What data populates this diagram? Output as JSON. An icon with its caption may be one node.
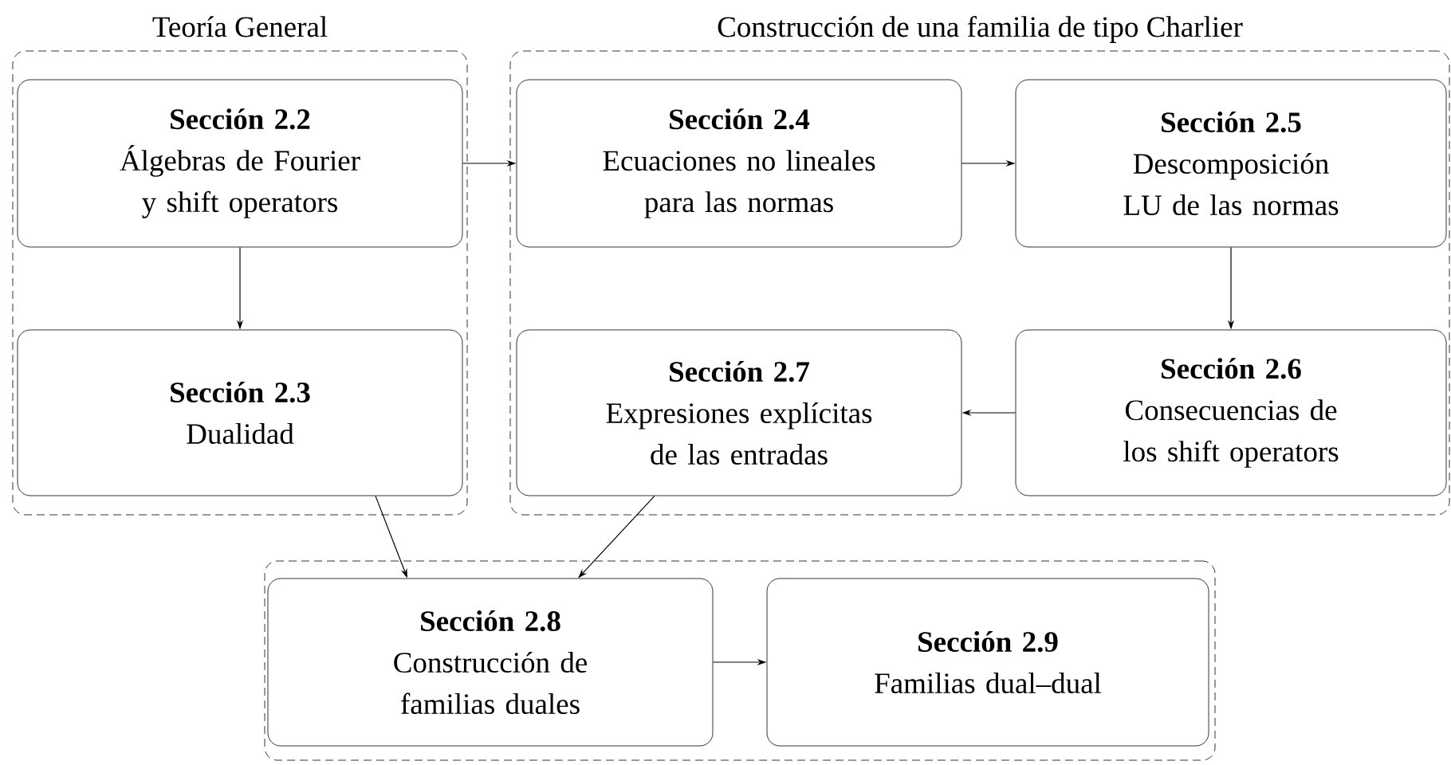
{
  "diagram": {
    "nodes": [
      {
        "text": [
          "Teoría General"
        ]
      },
      {
        "text": [
          "Sección 2.2",
          "Álgebras de Fourier y shift operators"
        ],
        "in": 0
      },
      {
        "text": [
          "Sección 2.3",
          "Dualidad"
        ],
        "in": 0
      },
      {
        "text": [
          "Construcción de una familia de tipo Charlier"
        ]
      },
      {
        "text": [
          "Sección 2.4",
          "Ecuaciones no lineales para las normas"
        ],
        "in": 3
      },
      {
        "text": [
          "Sección 2.5",
          "Descomposición LU de las normas"
        ],
        "in": 3
      },
      {
        "text": [
          "Sección 2.6",
          "Consecuencias de los shift operators"
        ],
        "in": 3
      },
      {
        "text": [
          "Sección 2.7",
          "Expresiones explícitas de las entradas"
        ],
        "in": 3
      },
      {
        "text": [],
        "shape": "box"
      },
      {
        "text": [
          "Sección 2.8",
          "Construcción de familias duales"
        ],
        "in": 8
      },
      {
        "text": [
          "Sección 2.9",
          "Familias dual–dual"
        ],
        "in": 8
      }
    ],
    "edges": [
      {
        "from": 1,
        "to": 2,
        "arrow": "to"
      },
      {
        "from": 1,
        "to": 4,
        "arrow": "to"
      },
      {
        "from": 4,
        "to": 5,
        "arrow": "to"
      },
      {
        "from": 5,
        "to": 6,
        "arrow": "to"
      },
      {
        "from": 6,
        "to": 7,
        "arrow": "to"
      },
      {
        "from": 2,
        "to": 9,
        "arrow": "to"
      },
      {
        "from": 7,
        "to": 9,
        "arrow": "to"
      },
      {
        "from": 9,
        "to": 10,
        "arrow": "to"
      }
    ]
  }
}
